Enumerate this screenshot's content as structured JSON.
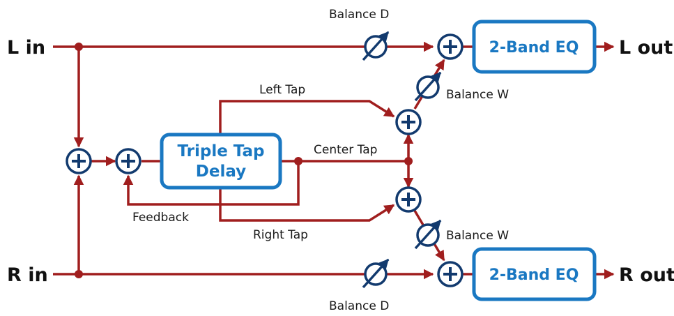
{
  "colors": {
    "signal": "#a01e1e",
    "accent": "#1a78c2",
    "node_outline": "#123a6e",
    "knob_arrow": "#123a6e"
  },
  "inputs": {
    "left": "L in",
    "right": "R in"
  },
  "outputs": {
    "left": "L out",
    "right": "R out"
  },
  "blocks": {
    "delay_line1": "Triple Tap",
    "delay_line2": "Delay",
    "eq_top": "2-Band EQ",
    "eq_bottom": "2-Band EQ"
  },
  "labels": {
    "balance_d_top": "Balance D",
    "balance_d_bottom": "Balance D",
    "balance_w_top": "Balance W",
    "balance_w_bottom": "Balance W",
    "left_tap": "Left Tap",
    "center_tap": "Center Tap",
    "right_tap": "Right Tap",
    "feedback": "Feedback"
  },
  "icons": {
    "sum_node": "plus-in-circle",
    "level_control": "circle-with-diagonal-arrow",
    "junction": "dot"
  }
}
